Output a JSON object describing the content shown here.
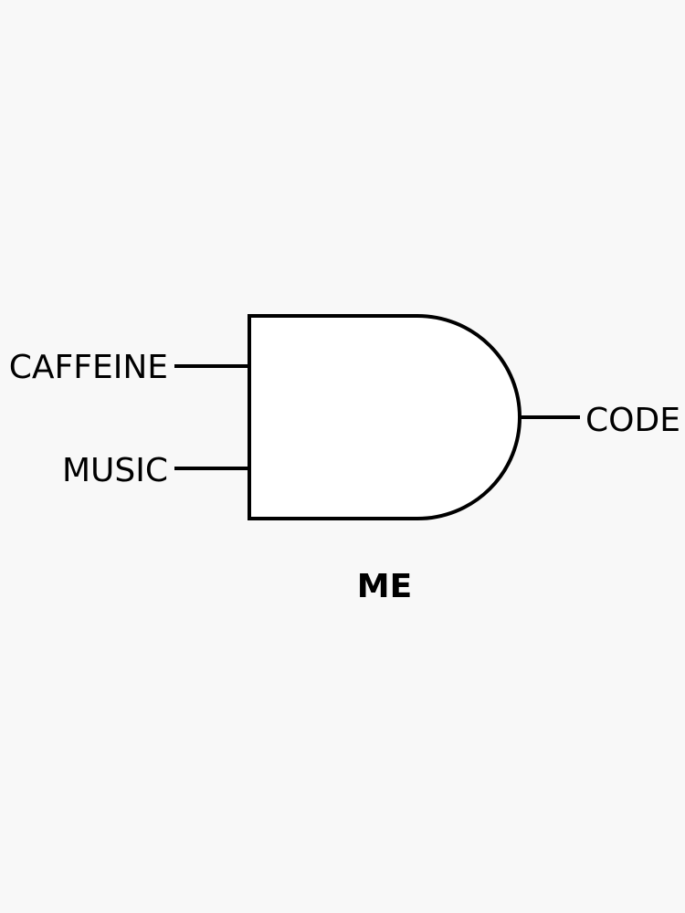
{
  "diagram": {
    "gate_type": "AND",
    "inputs": [
      {
        "label": "CAFFEINE"
      },
      {
        "label": "MUSIC"
      }
    ],
    "output": {
      "label": "CODE"
    },
    "gate_label": "ME",
    "colors": {
      "background": "#f8f8f8",
      "gate_fill": "#ffffff",
      "stroke": "#000000",
      "text": "#000000"
    }
  }
}
